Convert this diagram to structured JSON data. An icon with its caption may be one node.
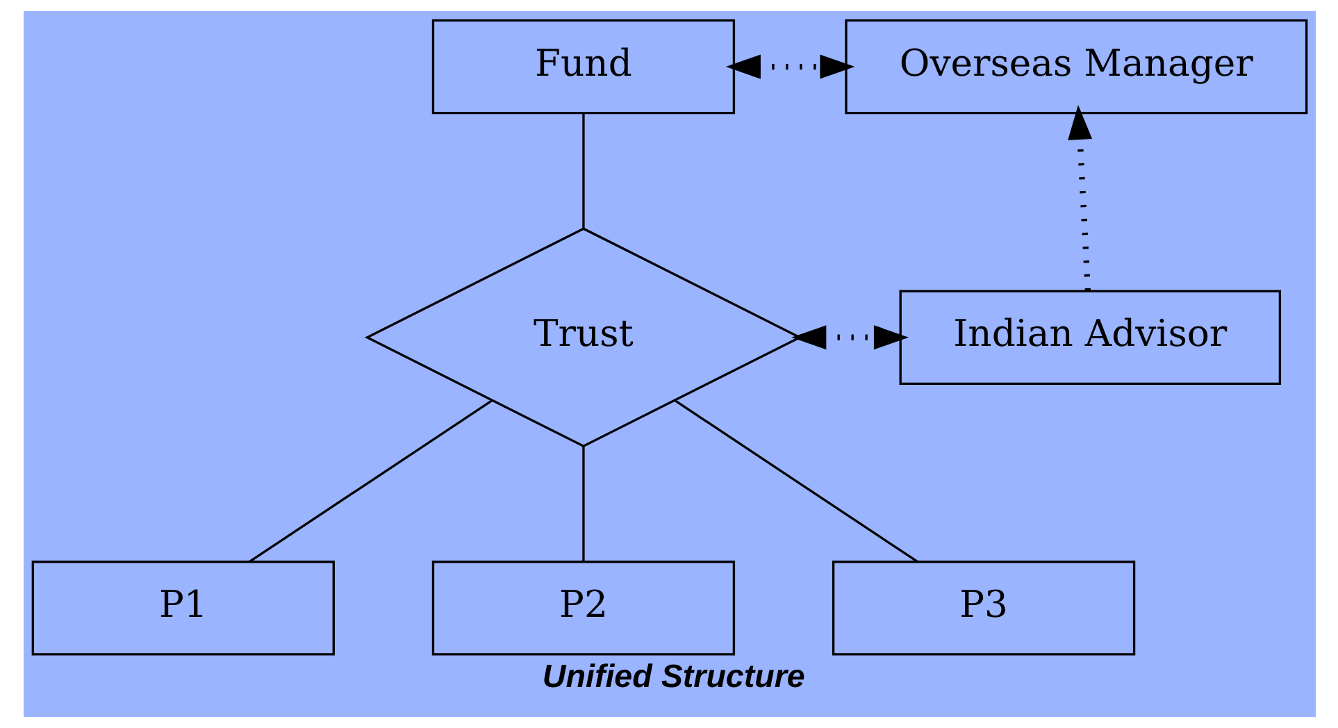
{
  "diagram": {
    "caption": "Unified Structure",
    "nodes": [
      {
        "text": [
          "Fund"
        ]
      },
      {
        "text": [
          "Overseas Manager"
        ]
      },
      {
        "text": [
          "Trust"
        ]
      },
      {
        "text": [
          "Indian Advisor"
        ]
      },
      {
        "text": [
          "P1"
        ]
      },
      {
        "text": [
          "P2"
        ]
      },
      {
        "text": [
          "P3"
        ]
      }
    ],
    "edges": [
      {
        "from": 0,
        "to": 1,
        "arrow": "both",
        "style": "dashed"
      },
      {
        "from": 0,
        "to": 2,
        "arrow": "none"
      },
      {
        "from": 3,
        "to": 1,
        "arrow": "to",
        "style": "dashed"
      },
      {
        "from": 2,
        "to": 3,
        "arrow": "both",
        "style": "dashed"
      },
      {
        "from": 2,
        "to": 4,
        "arrow": "none"
      },
      {
        "from": 2,
        "to": 5,
        "arrow": "none"
      },
      {
        "from": 2,
        "to": 6,
        "arrow": "none"
      }
    ]
  }
}
